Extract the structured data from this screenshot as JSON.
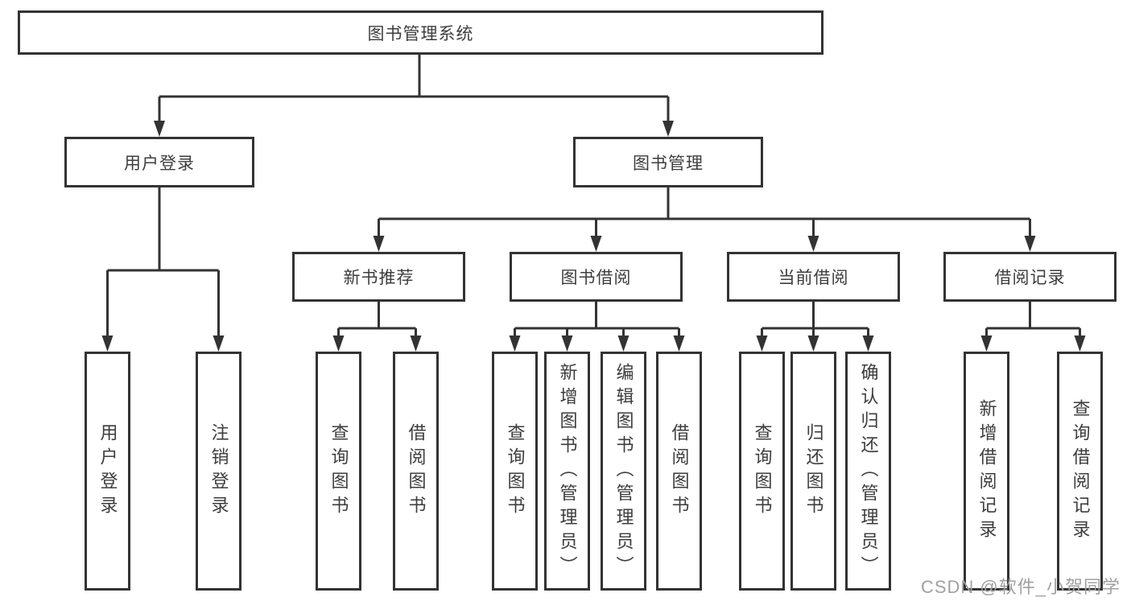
{
  "watermark": "CSDN @软件_小贺同学",
  "colors": {
    "line": "#333333",
    "text": "#3d3d3d",
    "watermark": "#a0a0a0",
    "bg": "#ffffff"
  },
  "tree": {
    "label": "图书管理系统",
    "children": [
      {
        "label": "用户登录",
        "children": [
          {
            "label": "用户登录"
          },
          {
            "label": "注销登录"
          }
        ]
      },
      {
        "label": "图书管理",
        "children": [
          {
            "label": "新书推荐",
            "children": [
              {
                "label": "查询图书"
              },
              {
                "label": "借阅图书"
              }
            ]
          },
          {
            "label": "图书借阅",
            "children": [
              {
                "label": "查询图书"
              },
              {
                "label": "新增图书（管理员）"
              },
              {
                "label": "编辑图书（管理员）"
              },
              {
                "label": "借阅图书"
              }
            ]
          },
          {
            "label": "当前借阅",
            "children": [
              {
                "label": "查询图书"
              },
              {
                "label": "归还图书"
              },
              {
                "label": "确认归还（管理员）"
              }
            ]
          },
          {
            "label": "借阅记录",
            "children": [
              {
                "label": "新增借阅记录"
              },
              {
                "label": "查询借阅记录"
              }
            ]
          }
        ]
      }
    ]
  }
}
